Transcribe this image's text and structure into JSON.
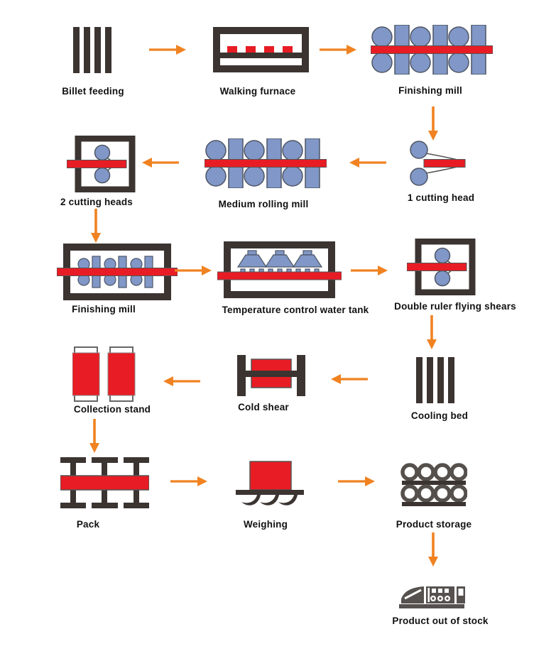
{
  "diagram": {
    "title": "Rolling mill production process flow",
    "background": "#ffffff",
    "colors": {
      "dark": "#3b3431",
      "red": "#e81c24",
      "blue": "#8097c7",
      "blue_outline": "#4e5564",
      "arrow_orange": "#f08221",
      "label_text": "#111111"
    },
    "nodes": [
      {
        "label": "Billet feeding",
        "icon": "billet-bars-icon"
      },
      {
        "label": "Walking furnace",
        "icon": "furnace-icon"
      },
      {
        "label": "Finishing mill",
        "icon": "rolling-mill-icon"
      },
      {
        "label": "1 cutting head",
        "icon": "cutting-head-icon"
      },
      {
        "label": "Medium rolling mill",
        "icon": "rolling-mill-icon"
      },
      {
        "label": "2 cutting heads",
        "icon": "boxed-cutting-heads-icon"
      },
      {
        "label": "Finishing mill",
        "icon": "boxed-rolling-mill-icon"
      },
      {
        "label": "Temperature control water tank",
        "icon": "water-tank-icon"
      },
      {
        "label": "Double ruler flying shears",
        "icon": "boxed-cutting-heads-icon"
      },
      {
        "label": "Cooling bed",
        "icon": "billet-bars-icon"
      },
      {
        "label": "Cold shear",
        "icon": "cold-shear-icon"
      },
      {
        "label": "Collection stand",
        "icon": "collection-stand-icon"
      },
      {
        "label": "Pack",
        "icon": "pack-icon"
      },
      {
        "label": "Weighing",
        "icon": "weighing-icon"
      },
      {
        "label": "Product storage",
        "icon": "coil-storage-icon"
      },
      {
        "label": "Product out of stock",
        "icon": "train-icon"
      }
    ],
    "flow_sequence": [
      "Billet feeding",
      "Walking furnace",
      "Finishing mill",
      "1 cutting head",
      "Medium rolling mill",
      "2 cutting heads",
      "Finishing mill",
      "Temperature control water tank",
      "Double ruler flying shears",
      "Cooling bed",
      "Cold shear",
      "Collection stand",
      "Pack",
      "Weighing",
      "Product storage",
      "Product out of stock"
    ]
  }
}
